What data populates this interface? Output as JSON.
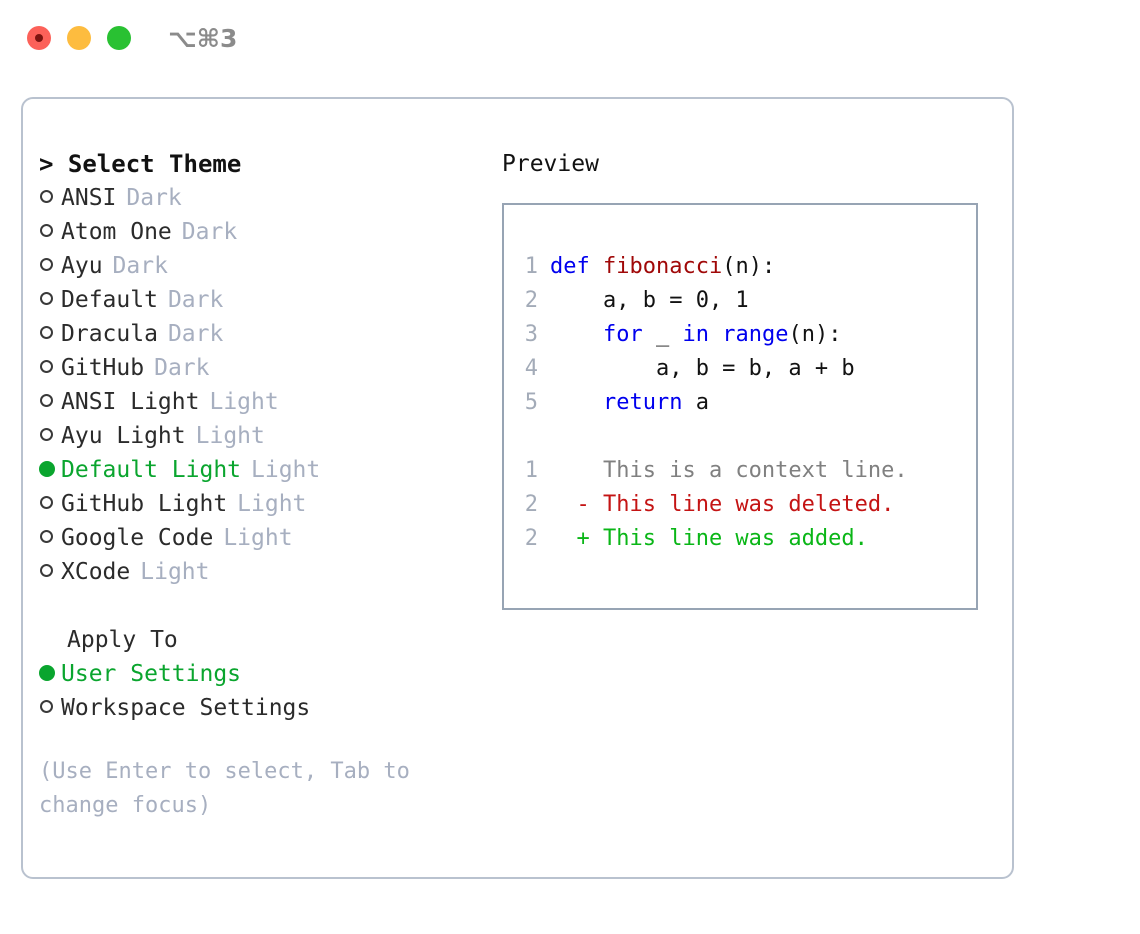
{
  "titlebar": {
    "shortcut": "⌥⌘3",
    "buttons": [
      {
        "name": "close",
        "color": "#fc6159"
      },
      {
        "name": "minimize",
        "color": "#fdbc3f"
      },
      {
        "name": "maximize",
        "color": "#29c132"
      }
    ]
  },
  "theme_picker": {
    "heading": "> Select Theme",
    "caret": ">",
    "heading_label": "Select Theme",
    "selected_bullet": "●",
    "unselected_bullet": "○",
    "items": [
      {
        "name": "ANSI",
        "mode": "Dark",
        "selected": false
      },
      {
        "name": "Atom One",
        "mode": "Dark",
        "selected": false
      },
      {
        "name": "Ayu",
        "mode": "Dark",
        "selected": false
      },
      {
        "name": "Default",
        "mode": "Dark",
        "selected": false
      },
      {
        "name": "Dracula",
        "mode": "Dark",
        "selected": false
      },
      {
        "name": "GitHub",
        "mode": "Dark",
        "selected": false
      },
      {
        "name": "ANSI Light",
        "mode": "Light",
        "selected": false
      },
      {
        "name": "Ayu Light",
        "mode": "Light",
        "selected": false
      },
      {
        "name": "Default Light",
        "mode": "Light",
        "selected": true
      },
      {
        "name": "GitHub Light",
        "mode": "Light",
        "selected": false
      },
      {
        "name": "Google Code",
        "mode": "Light",
        "selected": false
      },
      {
        "name": "XCode",
        "mode": "Light",
        "selected": false
      }
    ]
  },
  "apply_to": {
    "heading": "Apply To",
    "options": [
      {
        "label": "User Settings",
        "selected": true
      },
      {
        "label": "Workspace Settings",
        "selected": false
      }
    ]
  },
  "hint": "(Use Enter to select, Tab to change focus)",
  "preview": {
    "title": "Preview",
    "code_lines": [
      {
        "no": "1",
        "segments": [
          {
            "text": "def ",
            "kind": "kw"
          },
          {
            "text": "fibonacci",
            "kind": "fn"
          },
          {
            "text": "(n):",
            "kind": "pl"
          }
        ]
      },
      {
        "no": "2",
        "segments": [
          {
            "text": "    a, b = 0, 1",
            "kind": "pl"
          }
        ]
      },
      {
        "no": "3",
        "segments": [
          {
            "text": "    ",
            "kind": "pl"
          },
          {
            "text": "for",
            "kind": "kw"
          },
          {
            "text": " _ ",
            "kind": "pl"
          },
          {
            "text": "in ",
            "kind": "kw"
          },
          {
            "text": "range",
            "kind": "kw"
          },
          {
            "text": "(n):",
            "kind": "pl"
          }
        ]
      },
      {
        "no": "4",
        "segments": [
          {
            "text": "        a, b = b, a + b",
            "kind": "pl"
          }
        ]
      },
      {
        "no": "5",
        "segments": [
          {
            "text": "    ",
            "kind": "pl"
          },
          {
            "text": "return",
            "kind": "kw"
          },
          {
            "text": " a",
            "kind": "pl"
          }
        ]
      }
    ],
    "diff_lines": [
      {
        "no": "1",
        "marker": " ",
        "text": "This is a context line.",
        "kind": "ctx"
      },
      {
        "no": "2",
        "marker": "-",
        "text": "This line was deleted.",
        "kind": "del"
      },
      {
        "no": "2",
        "marker": "+",
        "text": "This line was added.",
        "kind": "add"
      }
    ]
  },
  "colors": {
    "accent_green": "#0aa52e",
    "muted": "#a7afc0",
    "keyword_blue": "#0000ee",
    "function_red": "#a00808",
    "diff_delete": "#c41414",
    "diff_add": "#0ab617",
    "border": "#b9c2cf",
    "preview_border": "#97a4b4"
  }
}
